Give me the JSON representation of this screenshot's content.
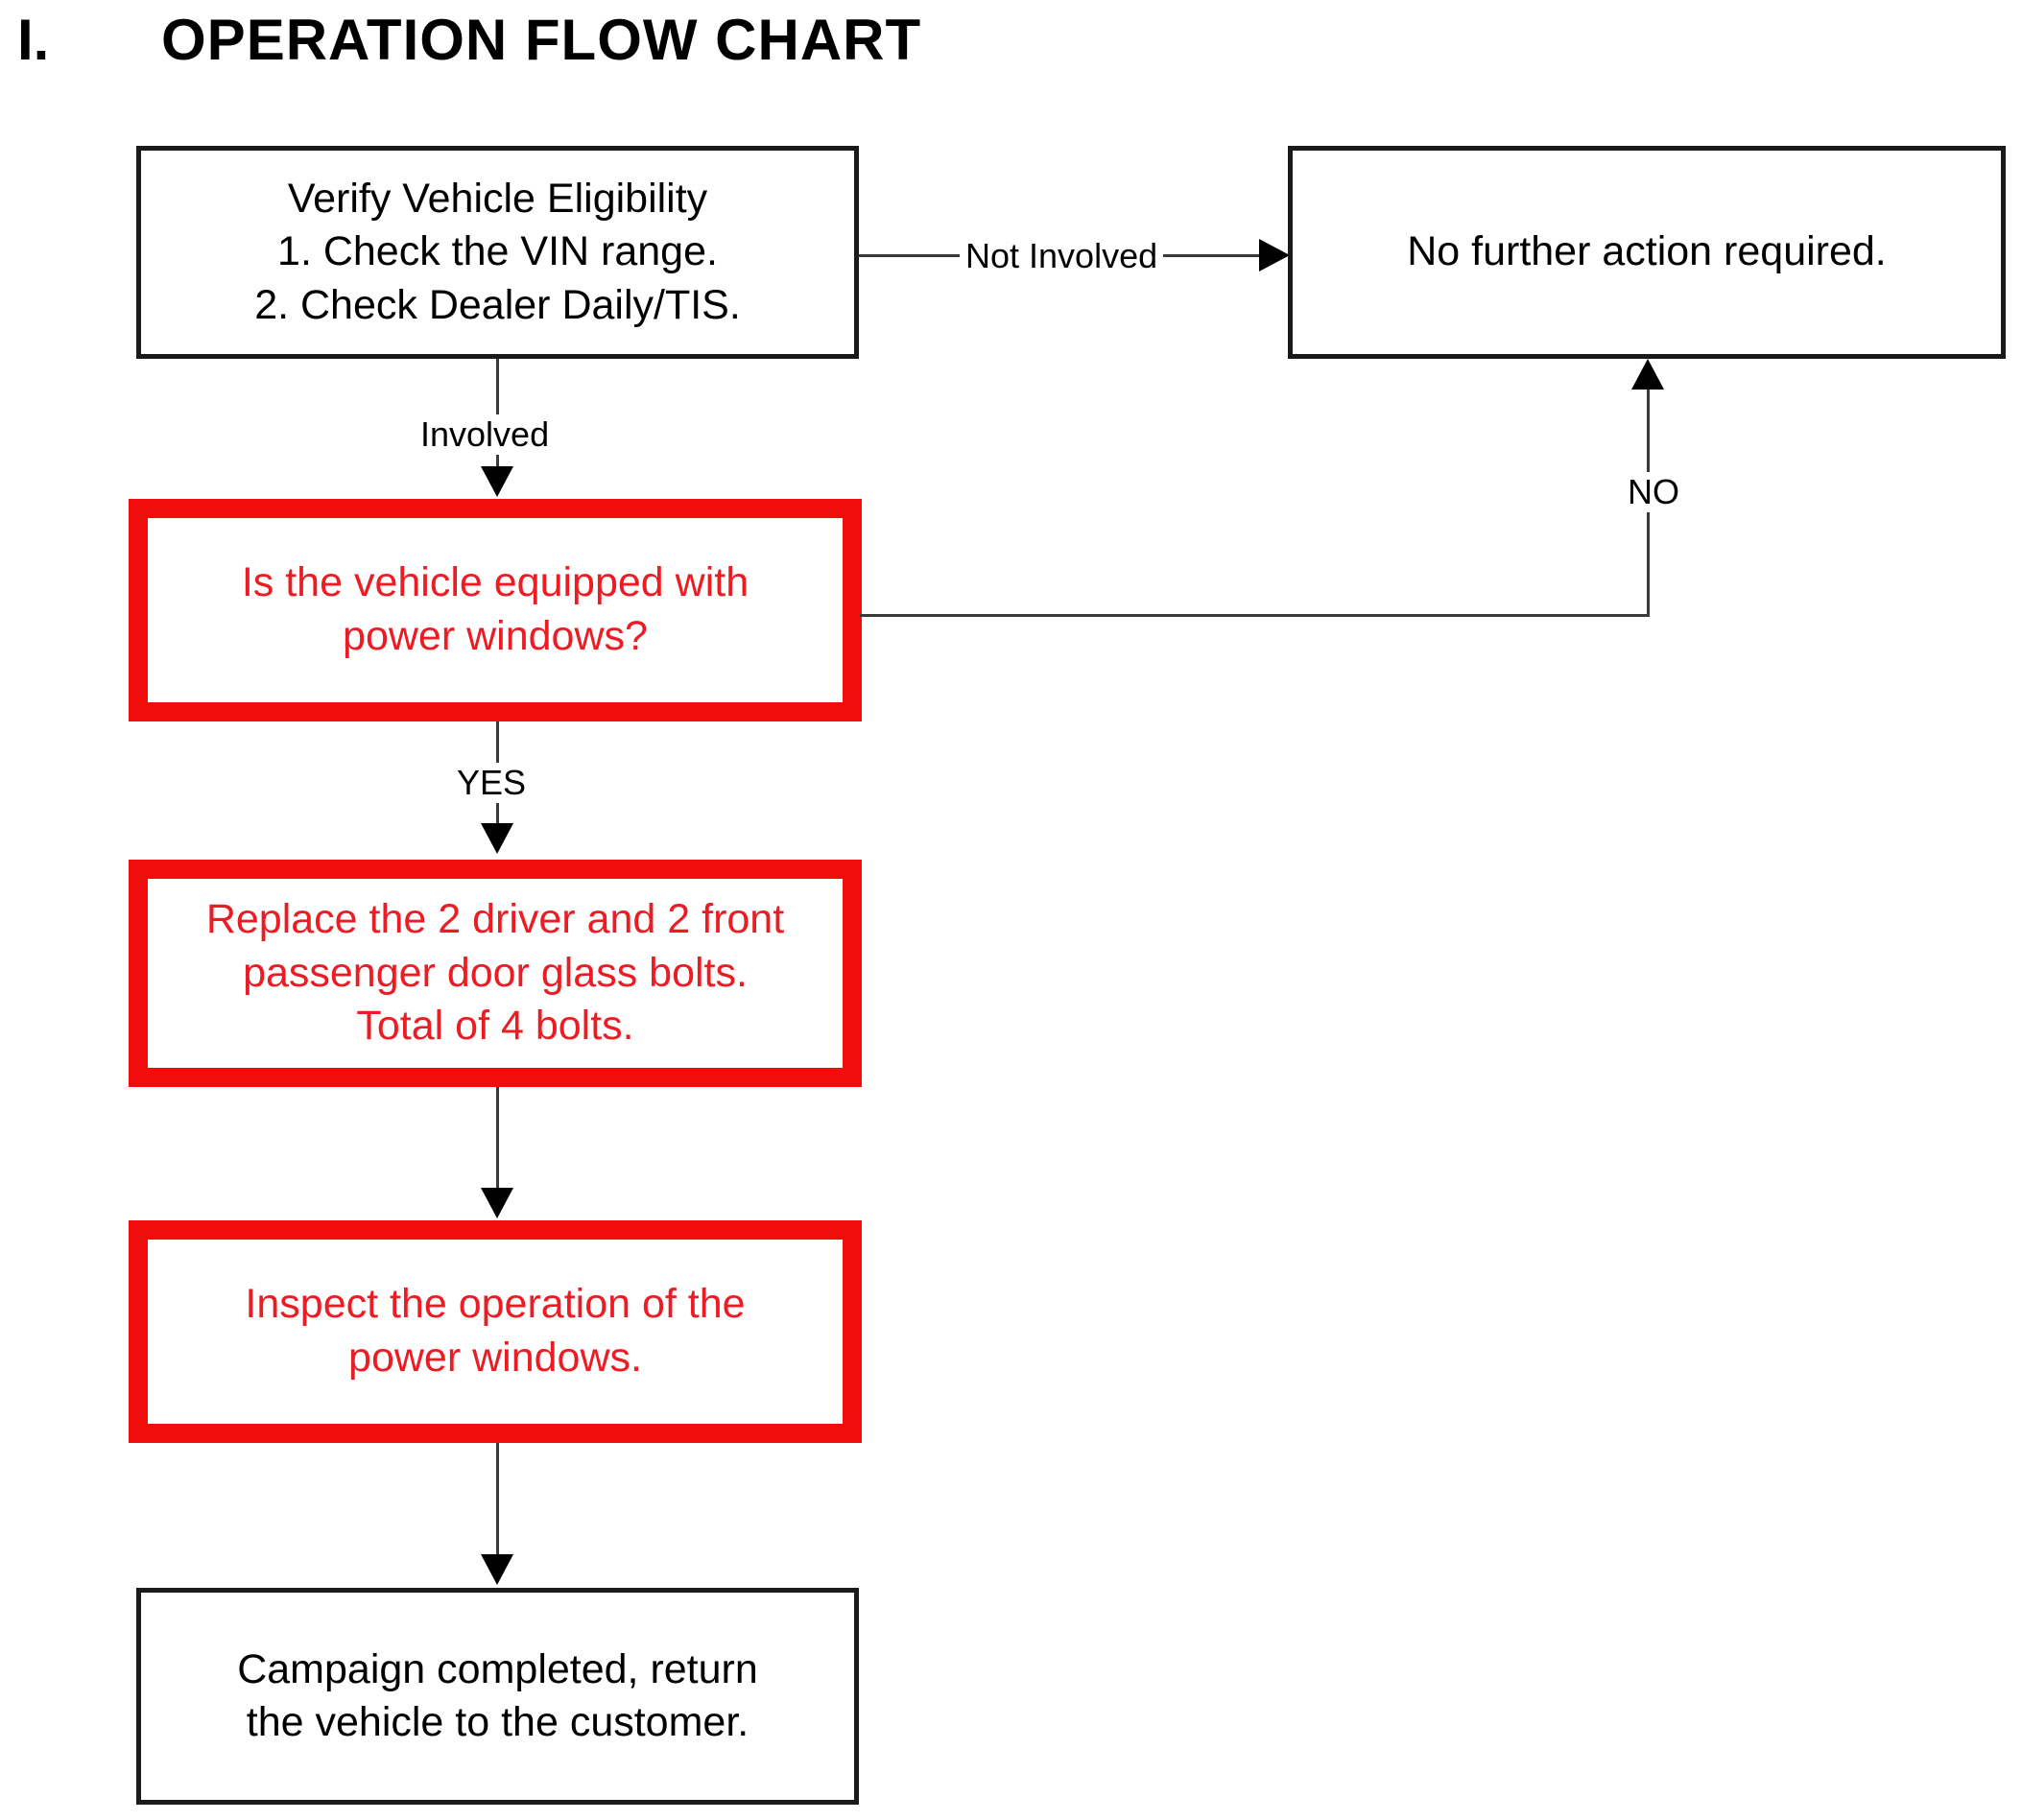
{
  "heading": {
    "numeral": "I.",
    "text": "OPERATION FLOW CHART"
  },
  "colors": {
    "highlight_red": "#ec1c24",
    "border_red": "#f20d0d",
    "border_black": "#1a1a1a",
    "connector_gray": "#3a3a3a",
    "background": "#ffffff"
  },
  "nodes": {
    "verify_eligibility": {
      "line1": "Verify Vehicle Eligibility",
      "line2": "1. Check the VIN range.",
      "line3": "2. Check Dealer Daily/TIS."
    },
    "no_further_action": {
      "line1": "No further action required."
    },
    "power_windows_question": {
      "line1": "Is the vehicle equipped with",
      "line2": "power windows?"
    },
    "replace_bolts": {
      "line1": "Replace the 2 driver and 2 front",
      "line2": "passenger door glass bolts.",
      "line3": "Total of 4 bolts."
    },
    "inspect_operation": {
      "line1": "Inspect the operation of the",
      "line2": "power windows."
    },
    "campaign_completed": {
      "line1": "Campaign completed, return",
      "line2": "the vehicle to the customer."
    }
  },
  "edges": {
    "not_involved": "Not Involved",
    "involved": "Involved",
    "no": "NO",
    "yes": "YES"
  },
  "chart_data": {
    "type": "diagram",
    "title": "OPERATION FLOW CHART",
    "nodes": [
      {
        "id": "verify_eligibility",
        "label": "Verify Vehicle Eligibility / 1. Check the VIN range. / 2. Check Dealer Daily/TIS.",
        "style": "black"
      },
      {
        "id": "no_further_action",
        "label": "No further action required.",
        "style": "black"
      },
      {
        "id": "power_windows_question",
        "label": "Is the vehicle equipped with power windows?",
        "style": "red"
      },
      {
        "id": "replace_bolts",
        "label": "Replace the 2 driver and 2 front passenger door glass bolts. Total of 4 bolts.",
        "style": "red"
      },
      {
        "id": "inspect_operation",
        "label": "Inspect the operation of the power windows.",
        "style": "red"
      },
      {
        "id": "campaign_completed",
        "label": "Campaign completed, return the vehicle to the customer.",
        "style": "black"
      }
    ],
    "links": [
      {
        "from": "verify_eligibility",
        "to": "no_further_action",
        "label": "Not Involved"
      },
      {
        "from": "verify_eligibility",
        "to": "power_windows_question",
        "label": "Involved"
      },
      {
        "from": "power_windows_question",
        "to": "no_further_action",
        "label": "NO"
      },
      {
        "from": "power_windows_question",
        "to": "replace_bolts",
        "label": "YES"
      },
      {
        "from": "replace_bolts",
        "to": "inspect_operation",
        "label": ""
      },
      {
        "from": "inspect_operation",
        "to": "campaign_completed",
        "label": ""
      }
    ]
  }
}
